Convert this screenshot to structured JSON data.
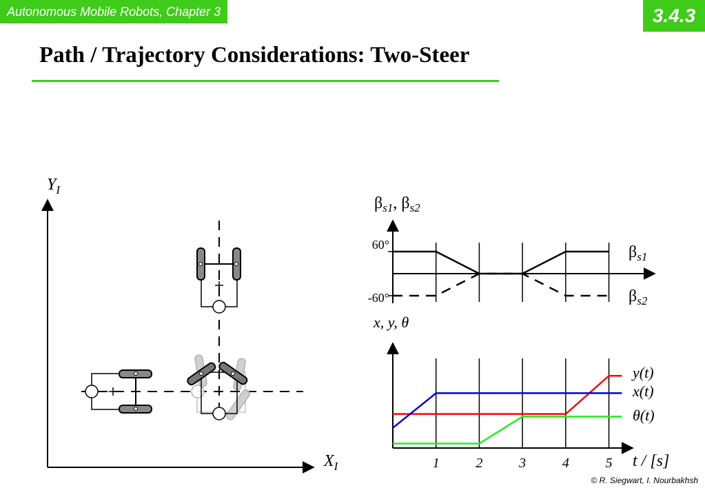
{
  "header": {
    "chapter": "Autonomous Mobile Robots, Chapter 3",
    "section": "3.4.3",
    "title": "Path / Trajectory Considerations: Two-Steer",
    "credit": "© R. Siegwart, I. Nourbakhsh",
    "accent_color": "#3fcb1a"
  },
  "left_diagram": {
    "y_axis": "Y",
    "y_sub": "I",
    "x_axis": "X",
    "x_sub": "I"
  },
  "chart_data": [
    {
      "type": "line",
      "ylabel_beta1": "β",
      "ylabel_beta1_sub": "s1",
      "ylabel_sep": ",",
      "ylabel_beta2": "β",
      "ylabel_beta2_sub": "s2",
      "ytick_labels": [
        "60°",
        "-60°"
      ],
      "yticks": [
        60,
        -60
      ],
      "ylim": [
        -80,
        80
      ],
      "xlim": [
        0,
        5.9
      ],
      "vlines": [
        1,
        2,
        3,
        4,
        5
      ],
      "series": [
        {
          "name": "β",
          "sub": "s1",
          "color": "#000000",
          "dash": false,
          "x": [
            0,
            1,
            2,
            3,
            4,
            5
          ],
          "y": [
            60,
            60,
            0,
            0,
            60,
            60
          ]
        },
        {
          "name": "β",
          "sub": "s2",
          "color": "#000000",
          "dash": true,
          "x": [
            0,
            1,
            2,
            3,
            4,
            5
          ],
          "y": [
            -60,
            -60,
            0,
            0,
            -60,
            -60
          ]
        }
      ]
    },
    {
      "type": "line",
      "ylabel": "x, y, θ",
      "xlabel": "t / [s]",
      "xticks": [
        "1",
        "2",
        "3",
        "4",
        "5"
      ],
      "xlim": [
        0,
        5.9
      ],
      "ylim": [
        0,
        1
      ],
      "vlines": [
        1,
        2,
        3,
        4,
        5
      ],
      "series": [
        {
          "name": "y(t)",
          "color": "#ff0000",
          "x": [
            0,
            4,
            5,
            5.3
          ],
          "y": [
            0.36,
            0.36,
            0.8,
            0.8
          ]
        },
        {
          "name": "x(t)",
          "color": "#0000dd",
          "x": [
            0,
            1,
            5.3
          ],
          "y": [
            0.2,
            0.6,
            0.6
          ]
        },
        {
          "name": "θ(t)",
          "color": "#22ee22",
          "x": [
            0,
            2,
            3,
            5.3
          ],
          "y": [
            0.02,
            0.02,
            0.33,
            0.33
          ]
        }
      ]
    }
  ]
}
